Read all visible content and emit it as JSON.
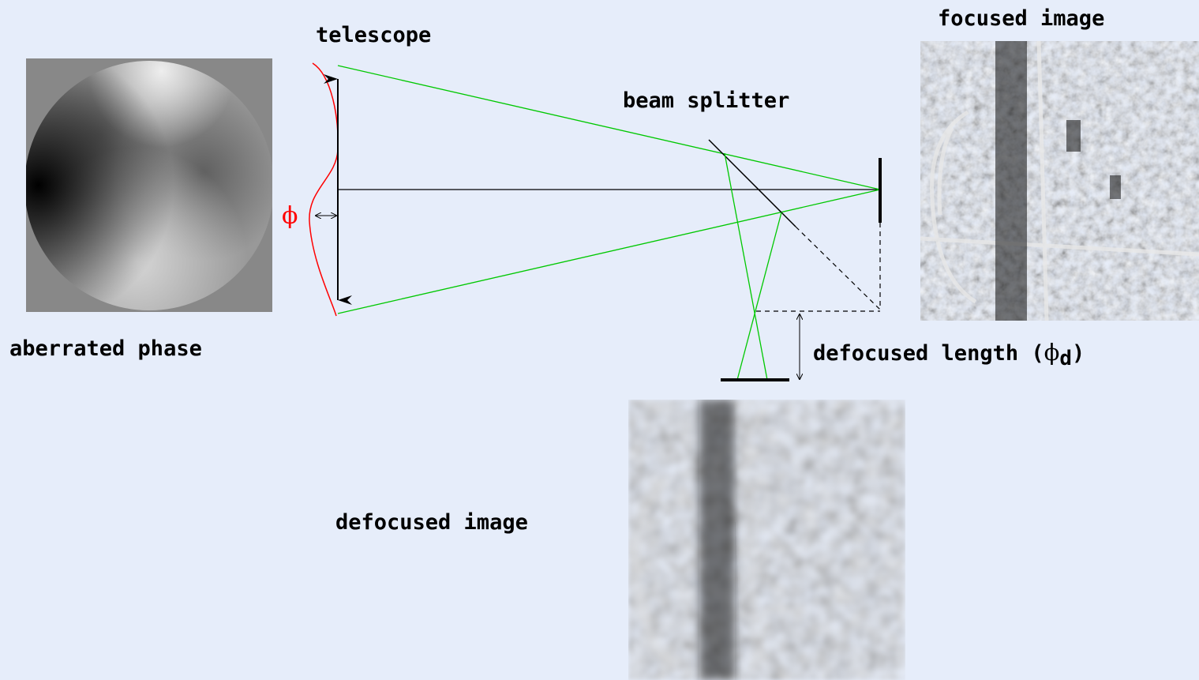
{
  "labels": {
    "telescope": "telescope",
    "beam_splitter": "beam splitter",
    "focused_image": "focused image",
    "aberrated_phase": "aberrated phase",
    "defocused_image": "defocused image",
    "defocused_length_prefix": "defocused length (",
    "defocused_length_symbol": "ϕ",
    "defocused_length_subscript": "d",
    "defocused_length_suffix": ")",
    "phase_symbol": "ϕ"
  },
  "colors": {
    "background": "#e6edfa",
    "rays": "#00c800",
    "wavefront": "#ff0000",
    "lines": "#000000"
  }
}
